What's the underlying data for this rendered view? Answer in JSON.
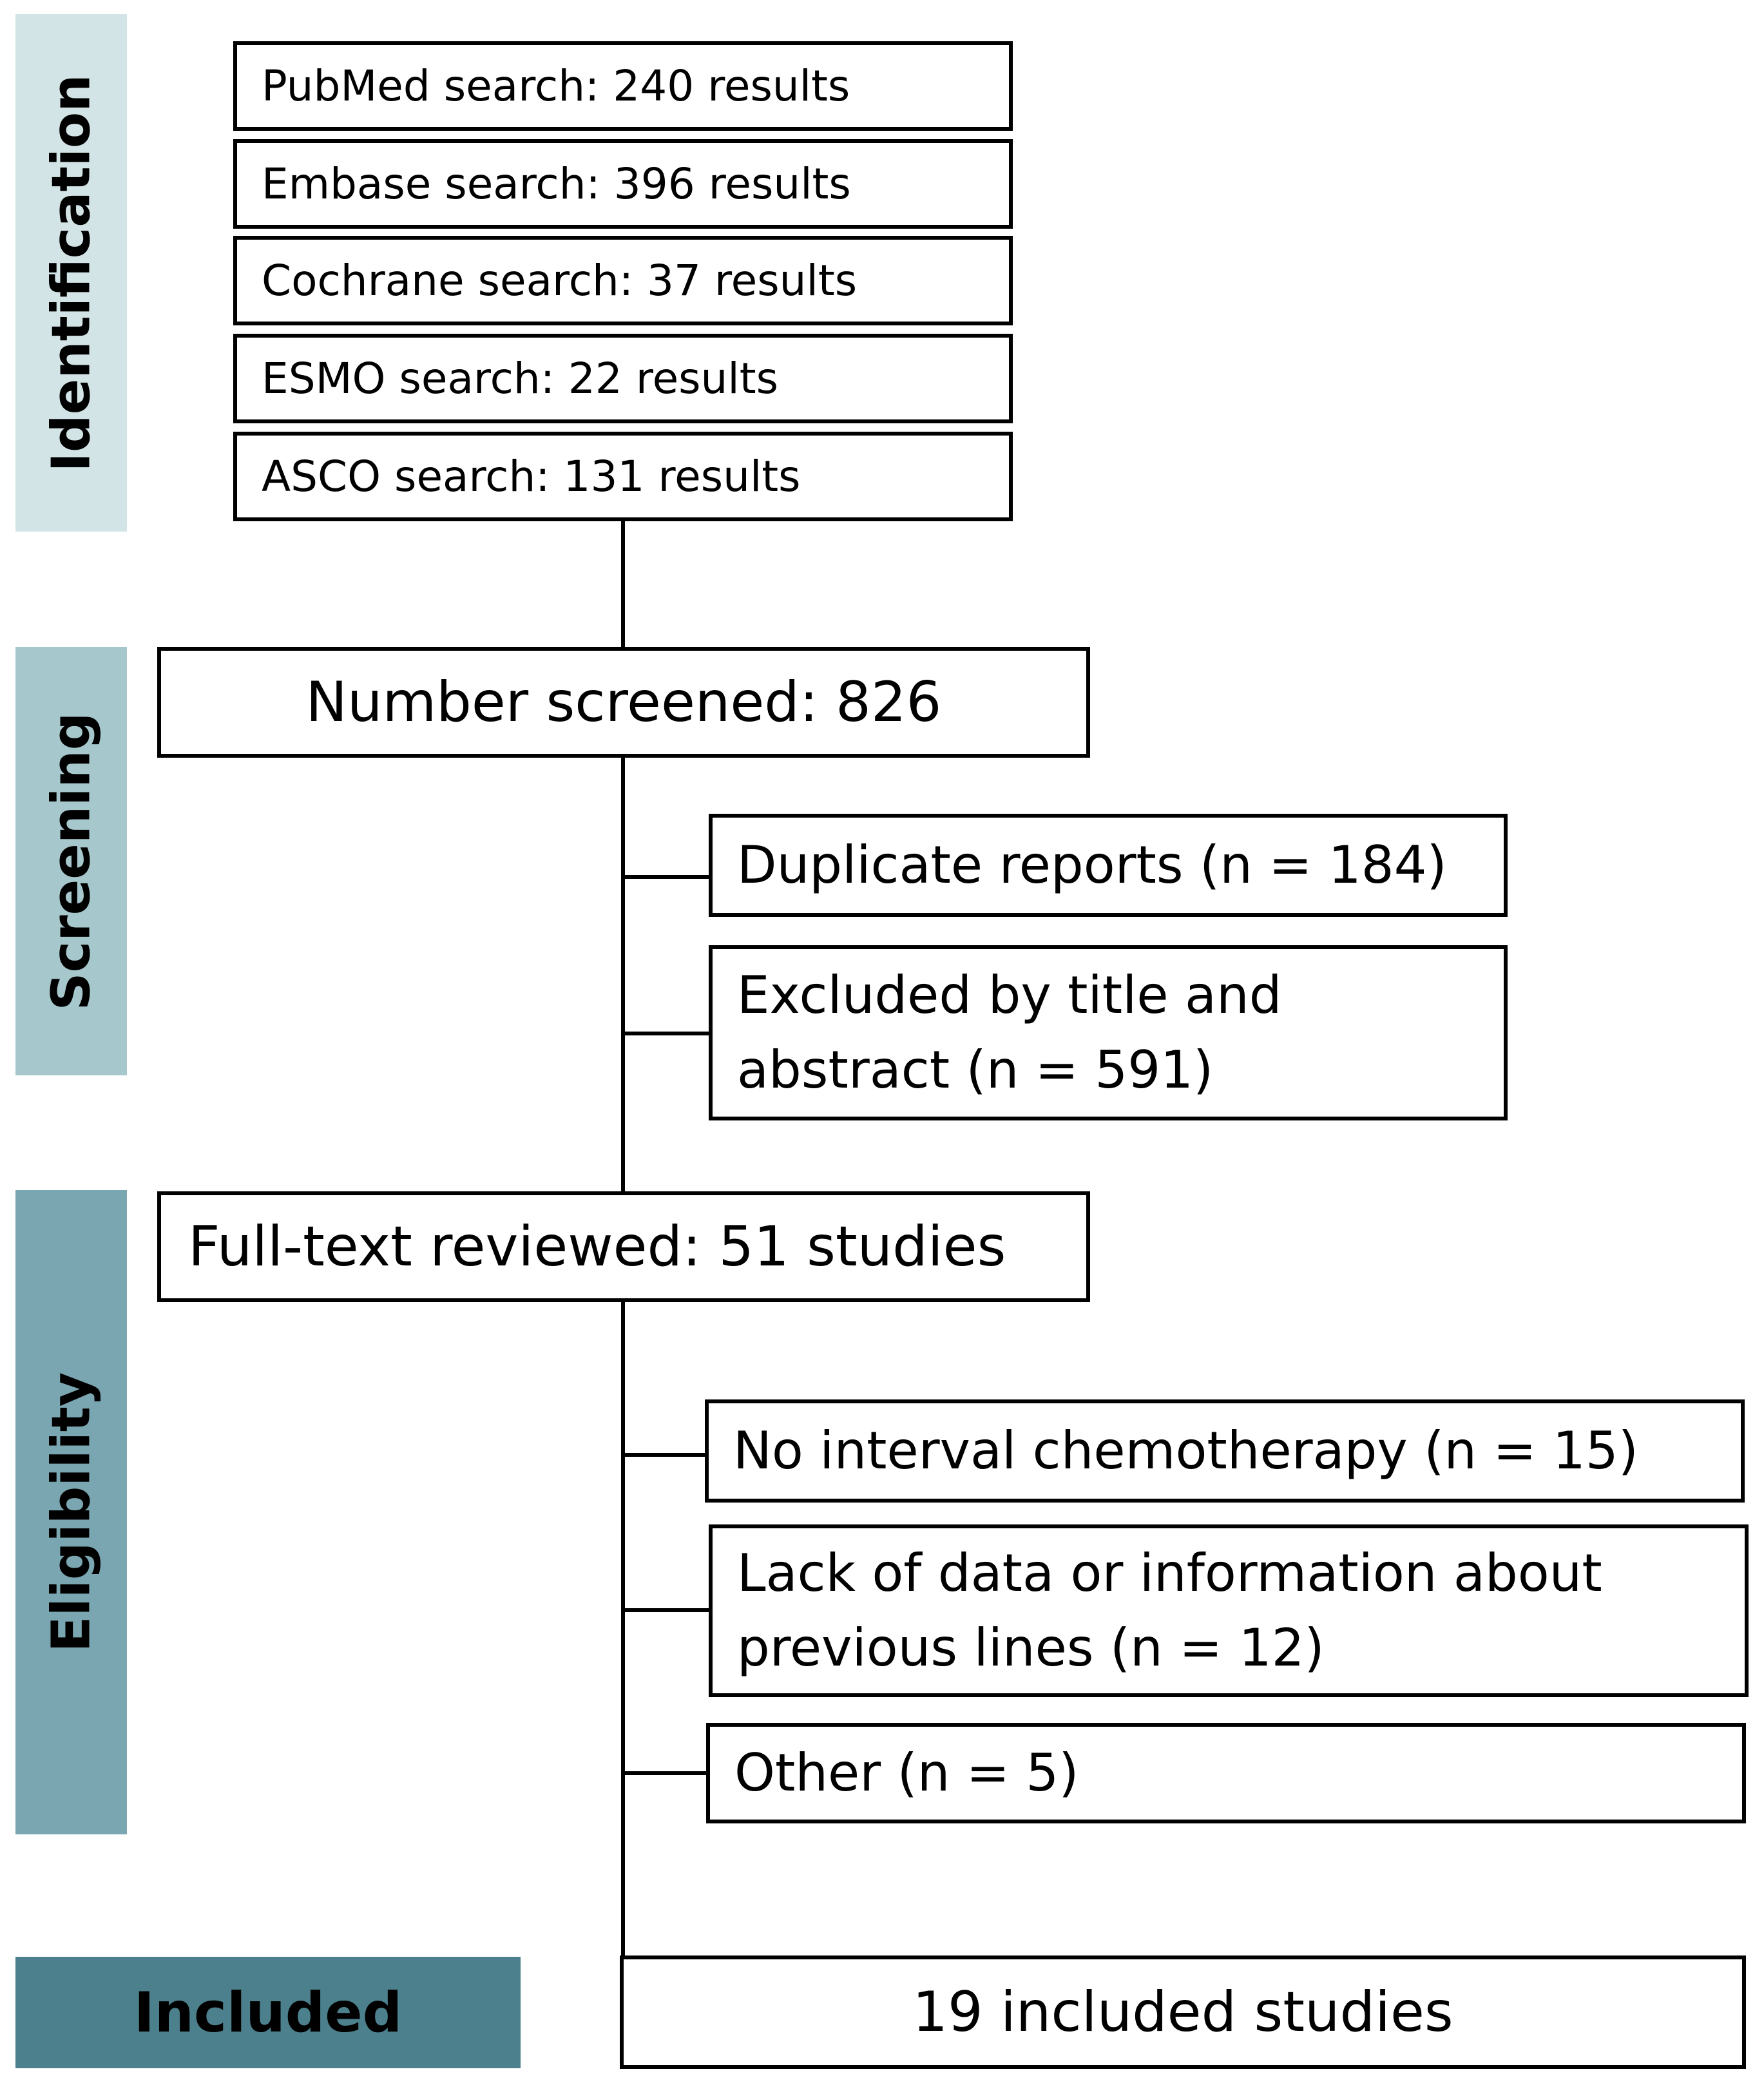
{
  "phases": {
    "identification": {
      "label": "Identification",
      "color": "#d3e4e7"
    },
    "screening": {
      "label": "Screening",
      "color": "#a6c7cc"
    },
    "eligibility": {
      "label": "Eligibility",
      "color": "#7aa6b1"
    },
    "included": {
      "label": "Included",
      "color": "#4b808c"
    }
  },
  "identification": {
    "searches": [
      "PubMed search: 240 results",
      "Embase search: 396 results",
      "Cochrane search: 37 results",
      "ESMO search: 22 results",
      "ASCO search: 131 results"
    ]
  },
  "screening": {
    "screened": "Number screened: 826",
    "exclusions": [
      "Duplicate reports (n = 184)",
      "Excluded by title and abstract (n = 591)"
    ]
  },
  "eligibility": {
    "reviewed": "Full-text reviewed: 51 studies",
    "exclusions": [
      "No interval chemotherapy (n = 15)",
      "Lack of data or information about previous lines (n = 12)",
      "Other (n = 5)"
    ]
  },
  "included": {
    "result": "19 included studies"
  }
}
